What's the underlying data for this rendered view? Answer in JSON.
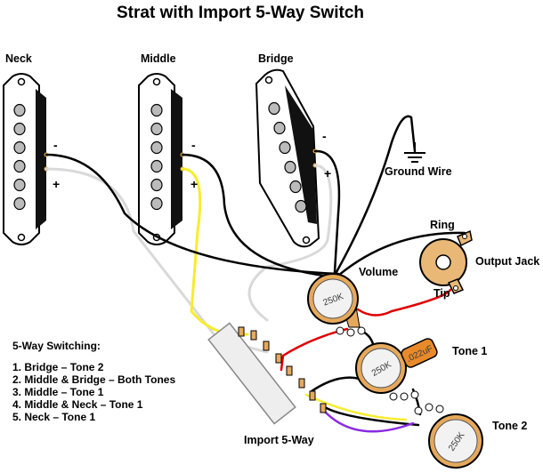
{
  "title": "Strat with Import 5-Way Switch",
  "pickups": {
    "neck": "Neck",
    "middle": "Middle",
    "bridge": "Bridge",
    "minus": "-",
    "plus": "+"
  },
  "labels": {
    "ground_wire": "Ground Wire",
    "ring": "Ring",
    "output_jack": "Output Jack",
    "tip": "Tip",
    "volume": "Volume",
    "tone1": "Tone 1",
    "tone2": "Tone 2",
    "switch": "Import 5-Way"
  },
  "pots": {
    "volume_value": "250K",
    "tone1_value": "250K",
    "tone2_value": "250K",
    "cap_value": ".022uF"
  },
  "legend": {
    "heading": "5-Way Switching:",
    "items": [
      "1. Bridge – Tone 2",
      "2. Middle & Bridge – Both Tones",
      "3. Middle – Tone 1",
      "4. Middle & Neck – Tone 1",
      "5. Neck – Tone 1"
    ]
  },
  "colors": {
    "black_wire": "#000000",
    "white_wire": "#d9d9d9",
    "yellow_wire": "#f7ec2e",
    "red_wire": "#e00000",
    "purple_wire": "#8a2be2",
    "pot_body": "#e6a95c",
    "capacitor": "#e88a2a",
    "jack": "#e9b877"
  }
}
